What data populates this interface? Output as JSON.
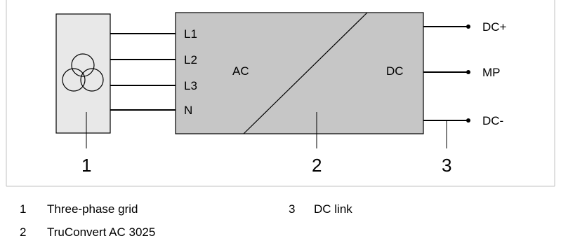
{
  "diagram": {
    "converter_phase_inputs": [
      "L1",
      "L2",
      "L3",
      "N"
    ],
    "converter_ac_label": "AC",
    "converter_dc_label": "DC",
    "dc_outputs": [
      "DC+",
      "MP",
      "DC-"
    ],
    "callout_numbers": [
      "1",
      "2",
      "3"
    ]
  },
  "legend": [
    {
      "number": "1",
      "text": "Three-phase grid"
    },
    {
      "number": "2",
      "text": "TruConvert AC 3025"
    },
    {
      "number": "3",
      "text": "DC link"
    }
  ],
  "colors": {
    "grid_box_fill": "#e8e8e8",
    "converter_fill": "#c6c6c6",
    "line": "#000000",
    "border": "#c0c0c0"
  }
}
